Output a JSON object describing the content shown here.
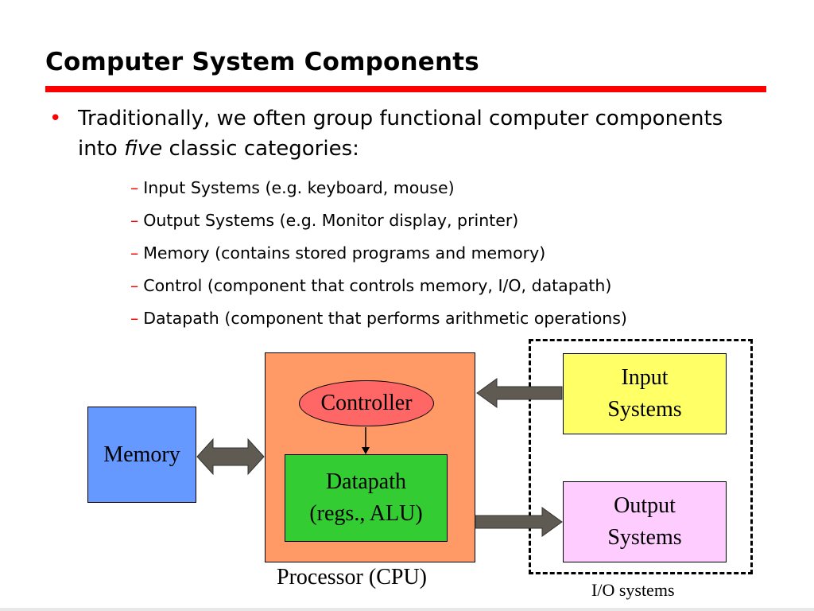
{
  "slide": {
    "title": "Computer System Components",
    "bullet": {
      "text_before": "Traditionally, we often group functional computer components into ",
      "emphasis": "five",
      "text_after": " classic categories:"
    },
    "sub_items": [
      "Input Systems (e.g. keyboard, mouse)",
      "Output Systems (e.g. Monitor display, printer)",
      "Memory (contains stored programs and memory)",
      "Control (component that controls memory, I/O, datapath)",
      "Datapath (component that performs arithmetic operations)"
    ]
  },
  "diagram": {
    "memory": "Memory",
    "controller": "Controller",
    "datapath_line1": "Datapath",
    "datapath_line2": "(regs., ALU)",
    "processor_label": "Processor (CPU)",
    "input_line1": "Input",
    "input_line2": "Systems",
    "output_line1": "Output",
    "output_line2": "Systems",
    "io_label": "I/O systems"
  },
  "colors": {
    "accent_red": "#ff0000",
    "memory_fill": "#6699ff",
    "cpu_fill": "#ff9966",
    "controller_fill": "#ff6666",
    "datapath_fill": "#33cc33",
    "input_fill": "#ffff66",
    "output_fill": "#ffccff",
    "arrow_fill": "#5f5a52"
  }
}
